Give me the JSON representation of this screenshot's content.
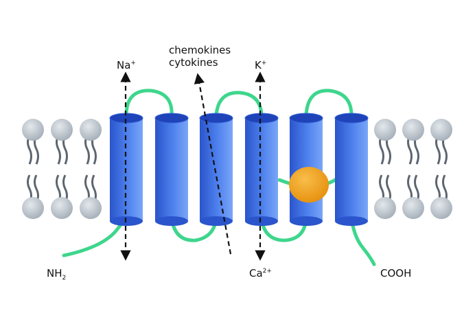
{
  "labels": {
    "na": {
      "base": "Na",
      "sup": "+"
    },
    "chemokines": "chemokines",
    "cytokines": "cytokines",
    "k": {
      "base": "K",
      "sup": "+"
    },
    "nh2": {
      "base": "NH",
      "sub": "2"
    },
    "ca": {
      "base": "Ca",
      "sup": "2+"
    },
    "cooh": "COOH"
  },
  "colors": {
    "helix_body": "#2f5fd6",
    "helix_light": "#6f9cf5",
    "helix_top": "#1f43b8",
    "loop": "#3dd68c",
    "lipid_head": "#b8c2cc",
    "lipid_tail": "#5c6670",
    "ligand": "#f0a21a",
    "arrow": "#111111"
  },
  "helix_count": 6
}
